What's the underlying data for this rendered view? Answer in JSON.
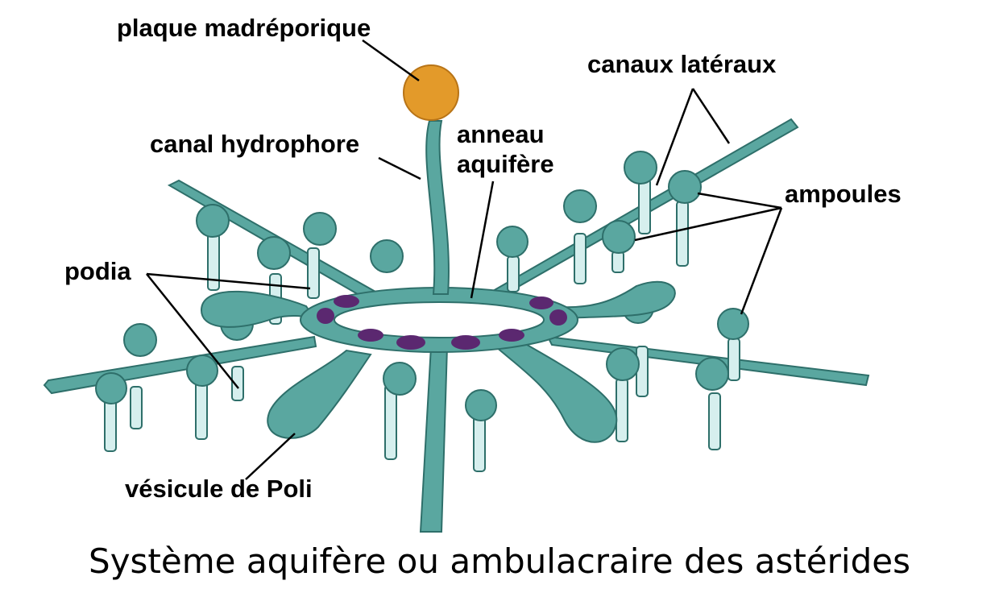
{
  "labels": {
    "madreporite": "plaque madréporique",
    "stone_canal": "canal hydrophore",
    "ring_canal_line1": "anneau",
    "ring_canal_line2": "aquifère",
    "lateral_canals": "canaux latéraux",
    "ampullae": "ampoules",
    "podia": "podia",
    "polian_vesicle": "vésicule de Poli"
  },
  "caption": "Système aquifère ou ambulacraire des astérides",
  "colors": {
    "canal_fill": "#5aa7a0",
    "canal_stroke": "#2e6f6a",
    "podia_fill": "#d6efee",
    "madreporite": "#e39a2a",
    "tiedemann_bodies": "#5b2870",
    "leader_line": "#000000"
  }
}
